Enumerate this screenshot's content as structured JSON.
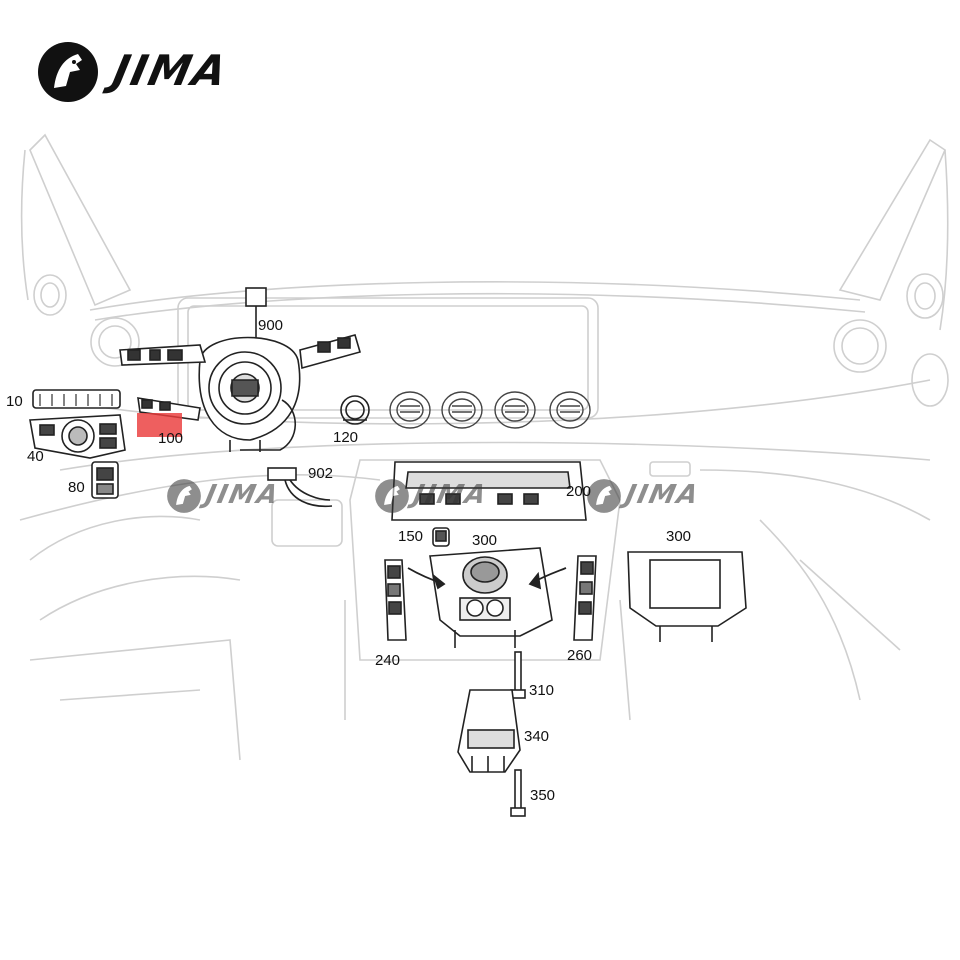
{
  "brand": {
    "name": "JIMA",
    "logo_icon": "horse-head-icon"
  },
  "watermarks": [
    "JIMA",
    "JIMA",
    "JIMA"
  ],
  "callouts": {
    "c10": "10",
    "c40": "40",
    "c80": "80",
    "c100": "100",
    "c120": "120",
    "c150": "150",
    "c200": "200",
    "c240": "240",
    "c260": "260",
    "c300a": "300",
    "c300b": "300",
    "c310": "310",
    "c340": "340",
    "c350": "350",
    "c900": "900",
    "c902": "902"
  },
  "highlight": {
    "part": "100",
    "color": "#ea3c3c"
  }
}
